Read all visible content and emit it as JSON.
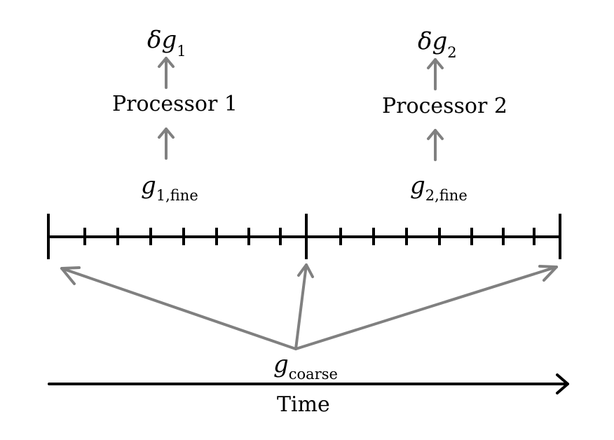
{
  "labels": {
    "dg1": {
      "sym": "δg",
      "sub": "1"
    },
    "dg2": {
      "sym": "δg",
      "sub": "2"
    },
    "processor1": "Processor 1",
    "processor2": "Processor 2",
    "g1fine": {
      "sym": "g",
      "sub": "1,fine"
    },
    "g2fine": {
      "sym": "g",
      "sub": "2,fine"
    },
    "gcoarse": {
      "sym": "g",
      "sub": "coarse"
    },
    "time": "Time"
  },
  "colors": {
    "axis": "#000000",
    "arrow": "#808080"
  }
}
